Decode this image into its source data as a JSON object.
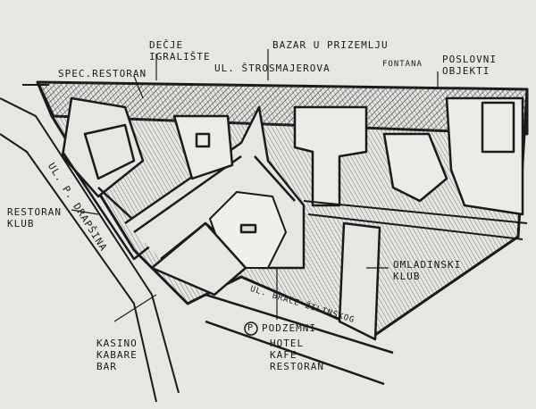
{
  "labels": {
    "decje_igraliste": "DEČJE\nIGRALIŠTE",
    "spec_restoran": "SPEC.RESTORAN",
    "bazar": "BAZAR U PRIZEMLJU",
    "strosmajerova": "UL. ŠTROSMAJEROVA",
    "fontana": "FONTANA",
    "poslovni": "POSLOVNI\nOBJEKTI",
    "drapsina": "UL. P. DRAPŠINA",
    "restoran_klub": "RESTORAN\nKLUB",
    "omladinski": "OMLADINSKI\nKLUB",
    "zilinskog": "UL. BRAĆE ŽILINSKOG",
    "parking_symbol": "P",
    "podzemni": "PODZEMNI",
    "hotel": "HOTEL\nKAFE\nRESTORAN",
    "kasino": "KASINO\nKABARE\nBAR"
  },
  "colors": {
    "paper": "#e6e6e3",
    "ink": "#1a1a1a"
  }
}
